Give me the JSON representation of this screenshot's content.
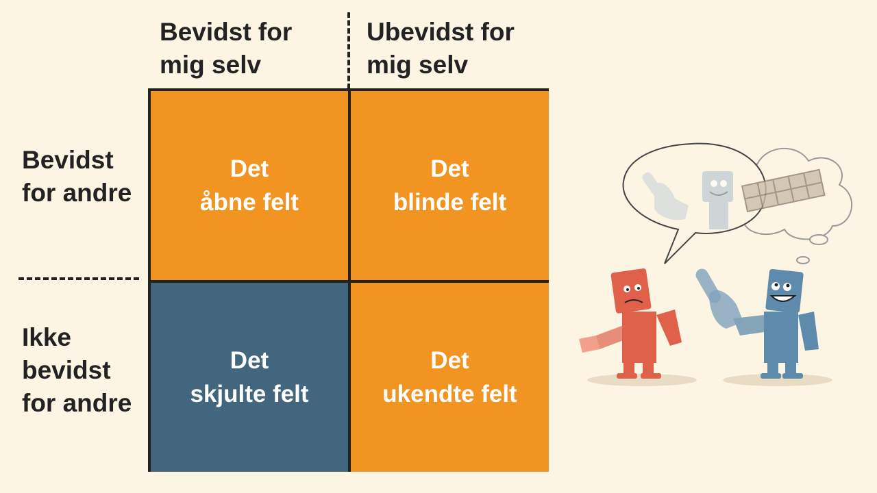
{
  "headers": {
    "left": [
      "Bevidst for",
      "mig selv"
    ],
    "right": [
      "Ubevidst for",
      "mig selv"
    ]
  },
  "rows": {
    "top": [
      "Bevidst",
      "for andre"
    ],
    "bottom": [
      "Ikke",
      "bevidst",
      "for andre"
    ]
  },
  "cells": [
    {
      "line1": "Det",
      "line2": "åbne felt"
    },
    {
      "line1": "Det",
      "line2": "blinde felt"
    },
    {
      "line1": "Det",
      "line2": "skjulte felt"
    },
    {
      "line1": "Det",
      "line2": "ukendte felt"
    }
  ],
  "colors": {
    "background": "#fcf5e4",
    "orange": "#f29421",
    "blue": "#42667d",
    "red_figure": "#e0614a",
    "blue_figure": "#5e8bab",
    "line": "#222222"
  }
}
